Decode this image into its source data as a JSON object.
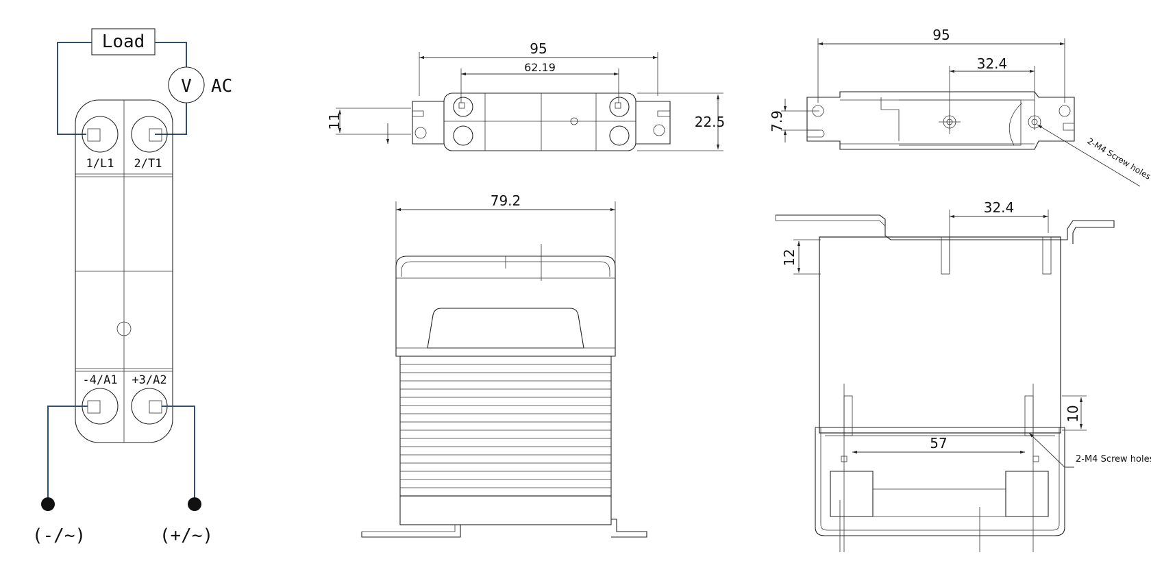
{
  "wiring": {
    "load_label": "Load",
    "voltmeter_label": "V",
    "ac_label": "AC",
    "terminal_1": "1/L1",
    "terminal_2": "2/T1",
    "terminal_3": "-4/A1",
    "terminal_4": "+3/A2",
    "minus_label": "(-/~)",
    "plus_label": "(+/~)"
  },
  "top_view": {
    "width_overall": "95",
    "width_holes": "62.19",
    "height_left": "11",
    "height_right": "22.5"
  },
  "side_view": {
    "width": "79.2"
  },
  "top_right_view": {
    "width_overall": "95",
    "width_offset": "32.4",
    "height_left": "7.9",
    "screw_note": "2-M4 Screw holes"
  },
  "section_view": {
    "width_offset": "32.4",
    "height_top": "12",
    "height_bottom": "10",
    "width_holes": "57",
    "screw_note": "2-M4 Screw holes"
  }
}
